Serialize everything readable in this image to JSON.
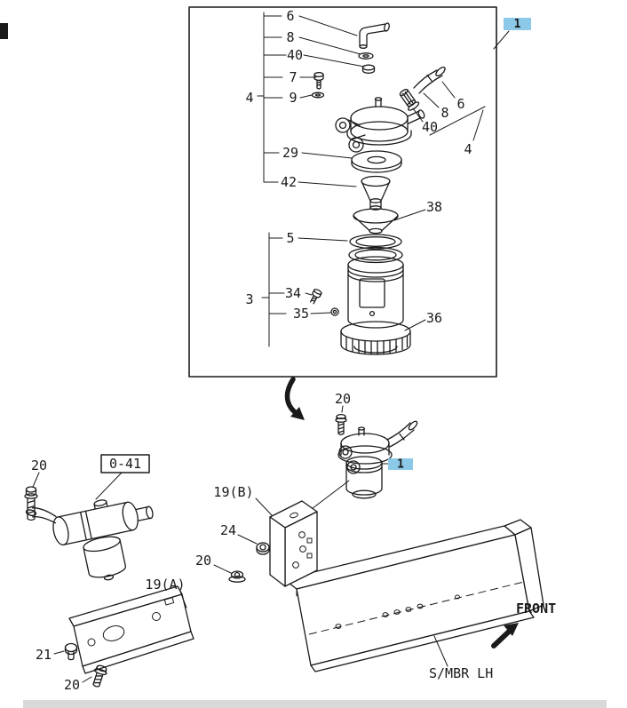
{
  "page": {
    "background": "#ffffff",
    "scrollbar_color": "#d9d9d9"
  },
  "colors": {
    "line": "#1a1a1a",
    "highlight_fill": "#8cc9e9",
    "highlight_text": "#123a8c"
  },
  "inset": {
    "marker_label": "1",
    "callouts": {
      "c6_top": "6",
      "c8_top": "8",
      "c40_top": "40",
      "c7": "7",
      "c9": "9",
      "c4_left": "4",
      "c29": "29",
      "c42": "42",
      "c38": "38",
      "c5": "5",
      "c3": "3",
      "c34": "34",
      "c35": "35",
      "c36": "36",
      "c8_right": "8",
      "c6_right": "6",
      "c40_right": "40",
      "c4_right": "4"
    }
  },
  "lower": {
    "marker_label": "1",
    "front_label": "FRONT",
    "member_label": "S/MBR LH",
    "callouts": {
      "c20_filter": "20",
      "c20_left": "20",
      "c0_41": "0-41",
      "c19b": "19(B)",
      "c24": "24",
      "c20_mid": "20",
      "c19a": "19(A)",
      "c21": "21",
      "c20_bottom": "20"
    }
  }
}
